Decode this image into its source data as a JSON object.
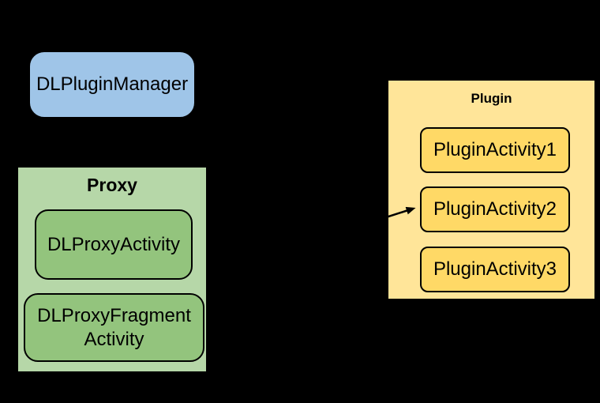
{
  "colors": {
    "bg": "#000000",
    "line": "#000000",
    "text": "#000000",
    "blue": "#9FC5E8",
    "green_light": "#B6D7A8",
    "green": "#93C47D",
    "yellow_light": "#FFE599",
    "yellow": "#FFD966"
  },
  "diagram": {
    "manager_box": {
      "label": "DLPluginManager"
    },
    "proxy_group": {
      "title": "Proxy",
      "boxes": [
        {
          "label": "DLProxyActivity"
        },
        {
          "label": "DLProxyFragmentActivity",
          "lines": [
            "DLProxyFragment",
            "Activity"
          ]
        }
      ]
    },
    "plugin_group": {
      "title": "Plugin",
      "boxes": [
        {
          "label": "PluginActivity1"
        },
        {
          "label": "PluginActivity2"
        },
        {
          "label": "PluginActivity3"
        }
      ]
    },
    "arrow": {
      "target": "PluginActivity2"
    }
  }
}
